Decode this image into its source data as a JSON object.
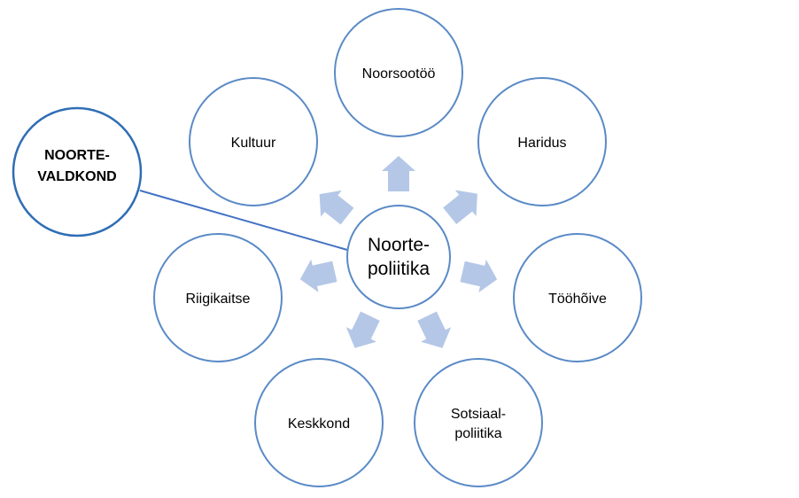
{
  "diagram": {
    "center": {
      "line1": "Noorte-",
      "line2": "poliitika"
    },
    "domain_node": {
      "line1": "NOORTE-",
      "line2": "VALDKOND"
    },
    "nodes": [
      {
        "label": "Noorsootöö"
      },
      {
        "label": "Haridus"
      },
      {
        "label": "Tööhõive"
      },
      {
        "line1": "Sotsiaal-",
        "line2": "poliitika"
      },
      {
        "label": "Keskkond"
      },
      {
        "label": "Riigikaitse"
      },
      {
        "label": "Kultuur"
      }
    ],
    "colors": {
      "node_stroke": "#5a8ac6",
      "domain_stroke": "#2f6db5",
      "arrow_fill": "#b4c7e7",
      "connector": "#4472c4"
    }
  }
}
